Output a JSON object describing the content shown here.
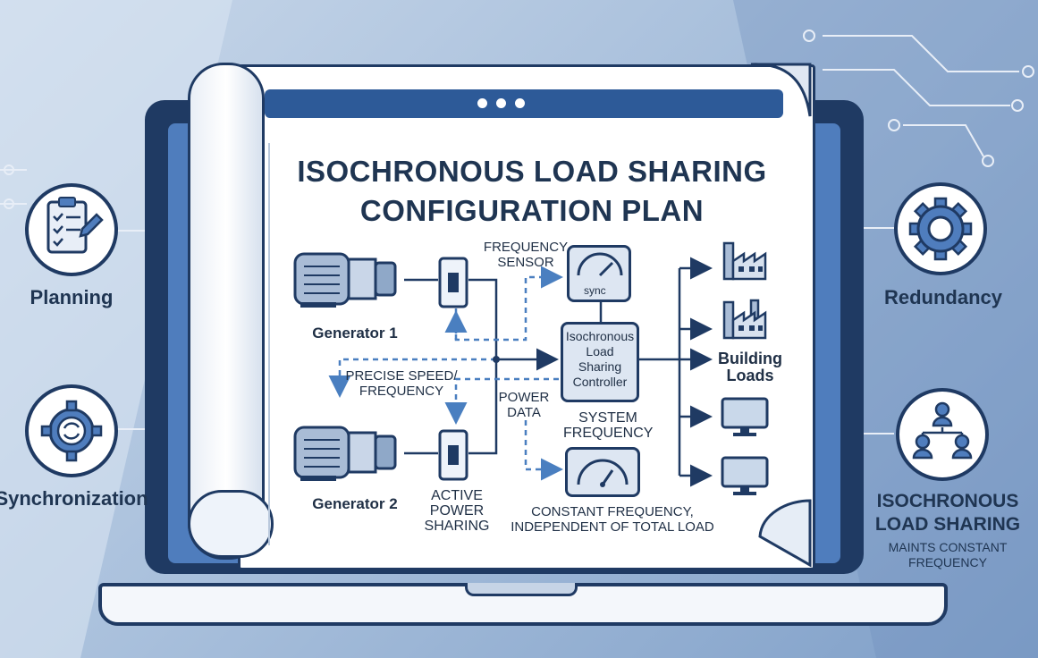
{
  "title": {
    "line1": "ISOCHRONOUS LOAD SHARING",
    "line2": "CONFIGURATION PLAN"
  },
  "diagram": {
    "generator1": "Generator 1",
    "generator2": "Generator 2",
    "frequency_sensor": "FREQUENCY\nSENSOR",
    "sync": "sync",
    "controller": "Isochronous\nLoad\nSharing\nController",
    "precise_speed": "PRECISE SPEED/\nFREQUENCY",
    "power_data": "POWER\nDATA",
    "system_frequency": "SYSTEM\nFREQUENCY",
    "active_power": "ACTIVE\nPOWER\nSHARING",
    "constant_frequency": "CONSTANT FREQUENCY,\nINDEPENDENT OF TOTAL LOAD",
    "building_loads": "Building\nLoads"
  },
  "side": {
    "planning": "Planning",
    "synchronization": "Synchronization",
    "redundancy": "Redundancy",
    "isochronous_line1": "ISOCHRONOUS",
    "isochronous_line2": "LOAD SHARING",
    "maints_line1": "MAINTS CONSTANT",
    "maints_line2": "FREQUENCY"
  },
  "icons": {
    "planning": "clipboard-checklist-icon",
    "synchronization": "gear-sync-icon",
    "redundancy": "gear-icon",
    "load_sharing": "network-people-icon"
  },
  "colors": {
    "navy": "#1f3a63",
    "accent_blue": "#4f7dbd",
    "dashed_blue": "#4a7fc0"
  }
}
